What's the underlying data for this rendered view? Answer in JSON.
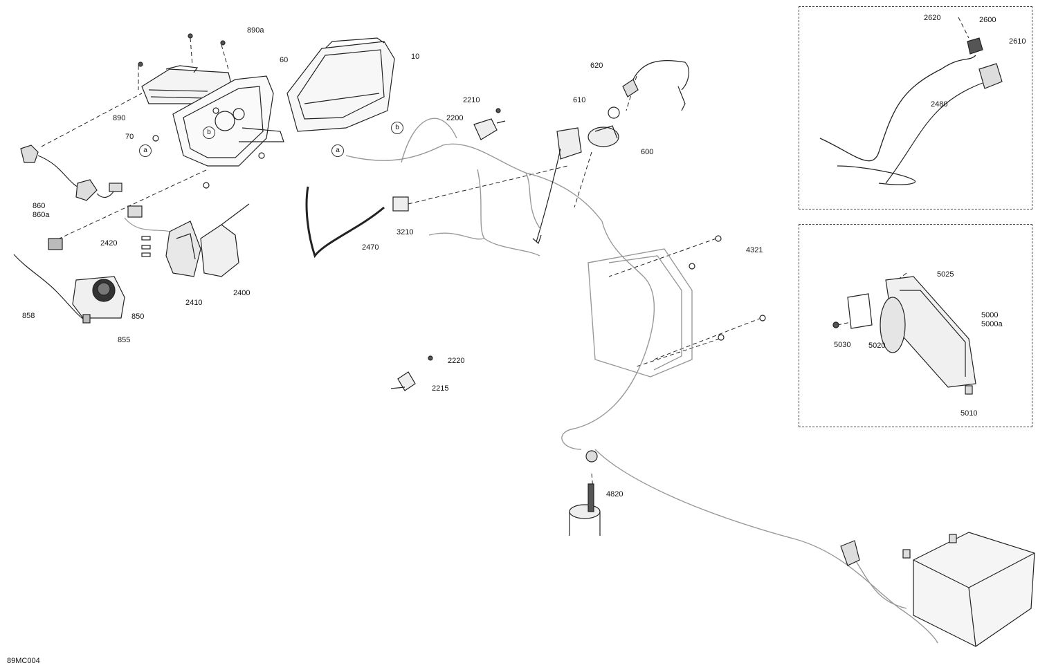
{
  "drawing_ref": "89MC004",
  "callouts": {
    "c890a": "890a",
    "c60": "60",
    "c10": "10",
    "c890": "890",
    "c70": "70",
    "c2210": "2210",
    "c2200": "2200",
    "c620": "620",
    "c610": "610",
    "c600": "600",
    "c860": "860\n860a",
    "c3210": "3210",
    "c2470": "2470",
    "c2420": "2420",
    "c2410": "2410",
    "c2400": "2400",
    "c858": "858",
    "c850": "850",
    "c855": "855",
    "c4321": "4321",
    "c2220": "2220",
    "c2215": "2215",
    "c4820": "4820",
    "c2620": "2620",
    "c2600": "2600",
    "c2610": "2610",
    "c2480": "2480",
    "c5025": "5025",
    "c5000": "5000\n5000a",
    "c5030": "5030",
    "c5020": "5020",
    "c5010": "5010"
  },
  "connector_refs": {
    "a1": "a",
    "a2": "a",
    "b1": "b",
    "b2": "b"
  },
  "colors": {
    "line": "#222222",
    "light_line": "#b0b0b0",
    "fill_dark": "#555555"
  }
}
